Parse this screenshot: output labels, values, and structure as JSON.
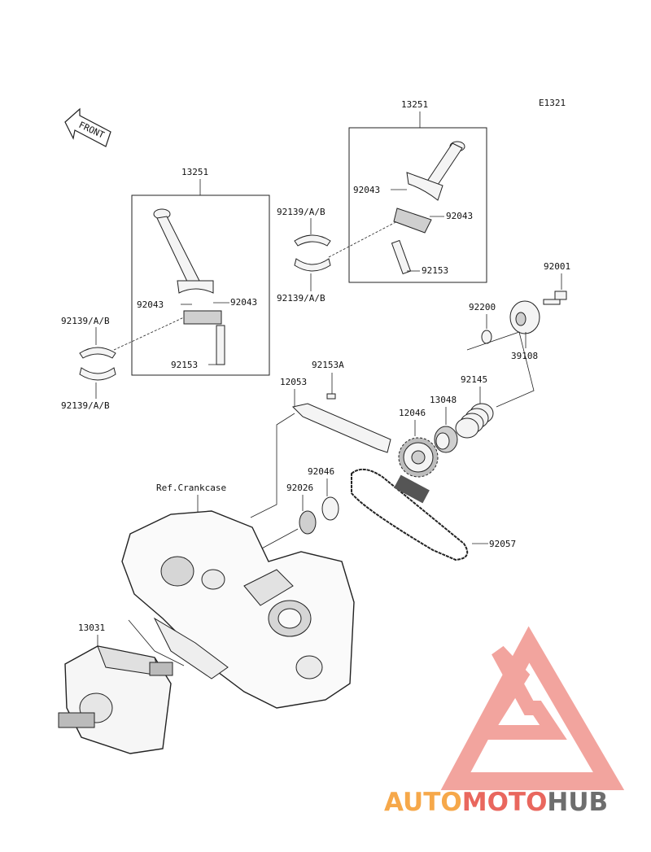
{
  "diagram_code": "E1321",
  "front_label": "FRONT",
  "ref_label": "Ref.Crankcase",
  "parts": {
    "rod_left": "13251",
    "rod_right": "13251",
    "bolt_left": "92043",
    "nut_left": "92043",
    "bolt_right_top": "92043",
    "nut_right": "92043",
    "bearing_left_top": "92139/A/B",
    "bearing_left_bottom": "92139/A/B",
    "bearing_mid_top": "92139/A/B",
    "bearing_mid_bottom": "92139/A/B",
    "stud_left": "92153",
    "stud_right": "92153",
    "guide": "12053",
    "bolt_guide": "92153A",
    "pump_mount": "92001",
    "washer": "92200",
    "gear_driven": "39108",
    "spring": "92145",
    "bearing": "13048",
    "sprocket": "12046",
    "seal": "92046",
    "oring": "92026",
    "chain": "92057",
    "crankshaft": "13031"
  },
  "watermark": {
    "part1": "AUTO",
    "part2": "MOTO",
    "part3": "HUB",
    "color_red": "#e9675e",
    "color_orange": "#f6a84a",
    "color_gray": "#6e6e6e"
  }
}
